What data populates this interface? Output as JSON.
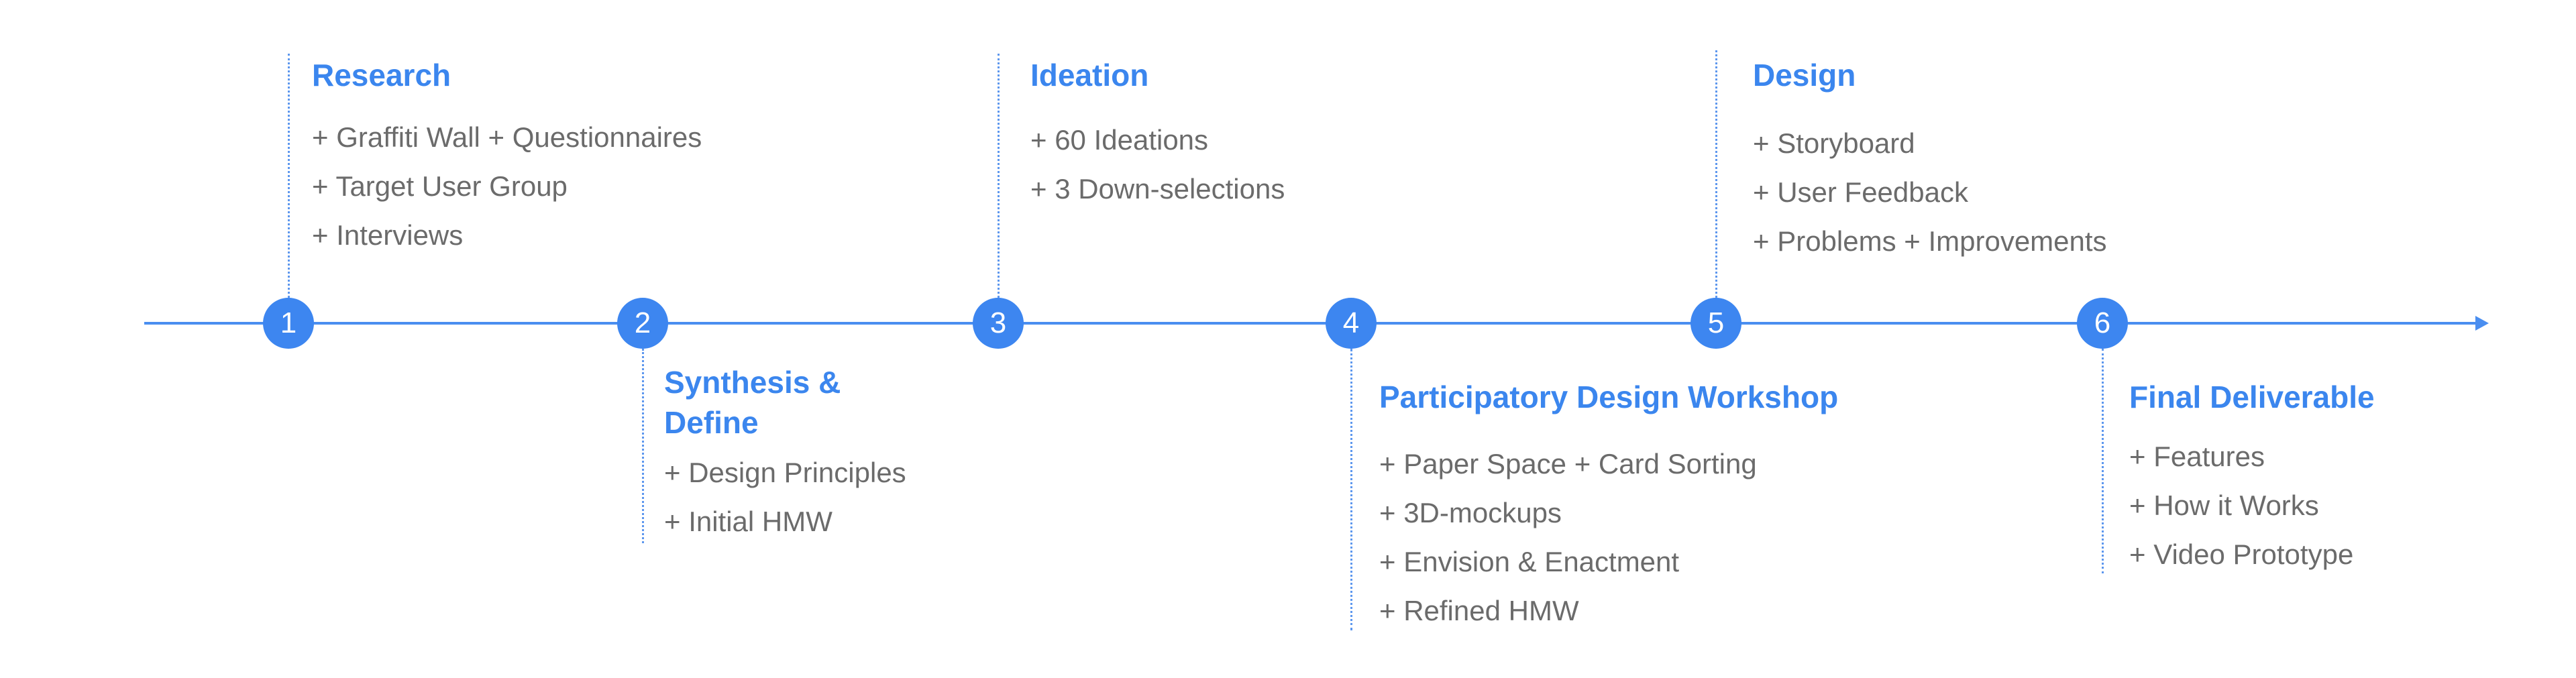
{
  "stages": [
    {
      "number": "1",
      "title": "Research",
      "items": [
        "+ Graffiti Wall + Questionnaires",
        "+ Target User Group",
        "+ Interviews"
      ]
    },
    {
      "number": "2",
      "title": "Synthesis &\nDefine",
      "items": [
        "+ Design Principles",
        "+ Initial HMW"
      ]
    },
    {
      "number": "3",
      "title": "Ideation",
      "items": [
        "+ 60 Ideations",
        "+ 3 Down-selections"
      ]
    },
    {
      "number": "4",
      "title": "Participatory Design Workshop",
      "items": [
        "+ Paper Space + Card Sorting",
        "+ 3D-mockups",
        "+ Envision & Enactment",
        "+ Refined HMW"
      ]
    },
    {
      "number": "5",
      "title": "Design",
      "items": [
        "+ Storyboard",
        "+ User Feedback",
        "+ Problems + Improvements"
      ]
    },
    {
      "number": "6",
      "title": "Final Deliverable",
      "items": [
        "+ Features",
        "+ How it Works",
        "+ Video Prototype"
      ]
    }
  ]
}
